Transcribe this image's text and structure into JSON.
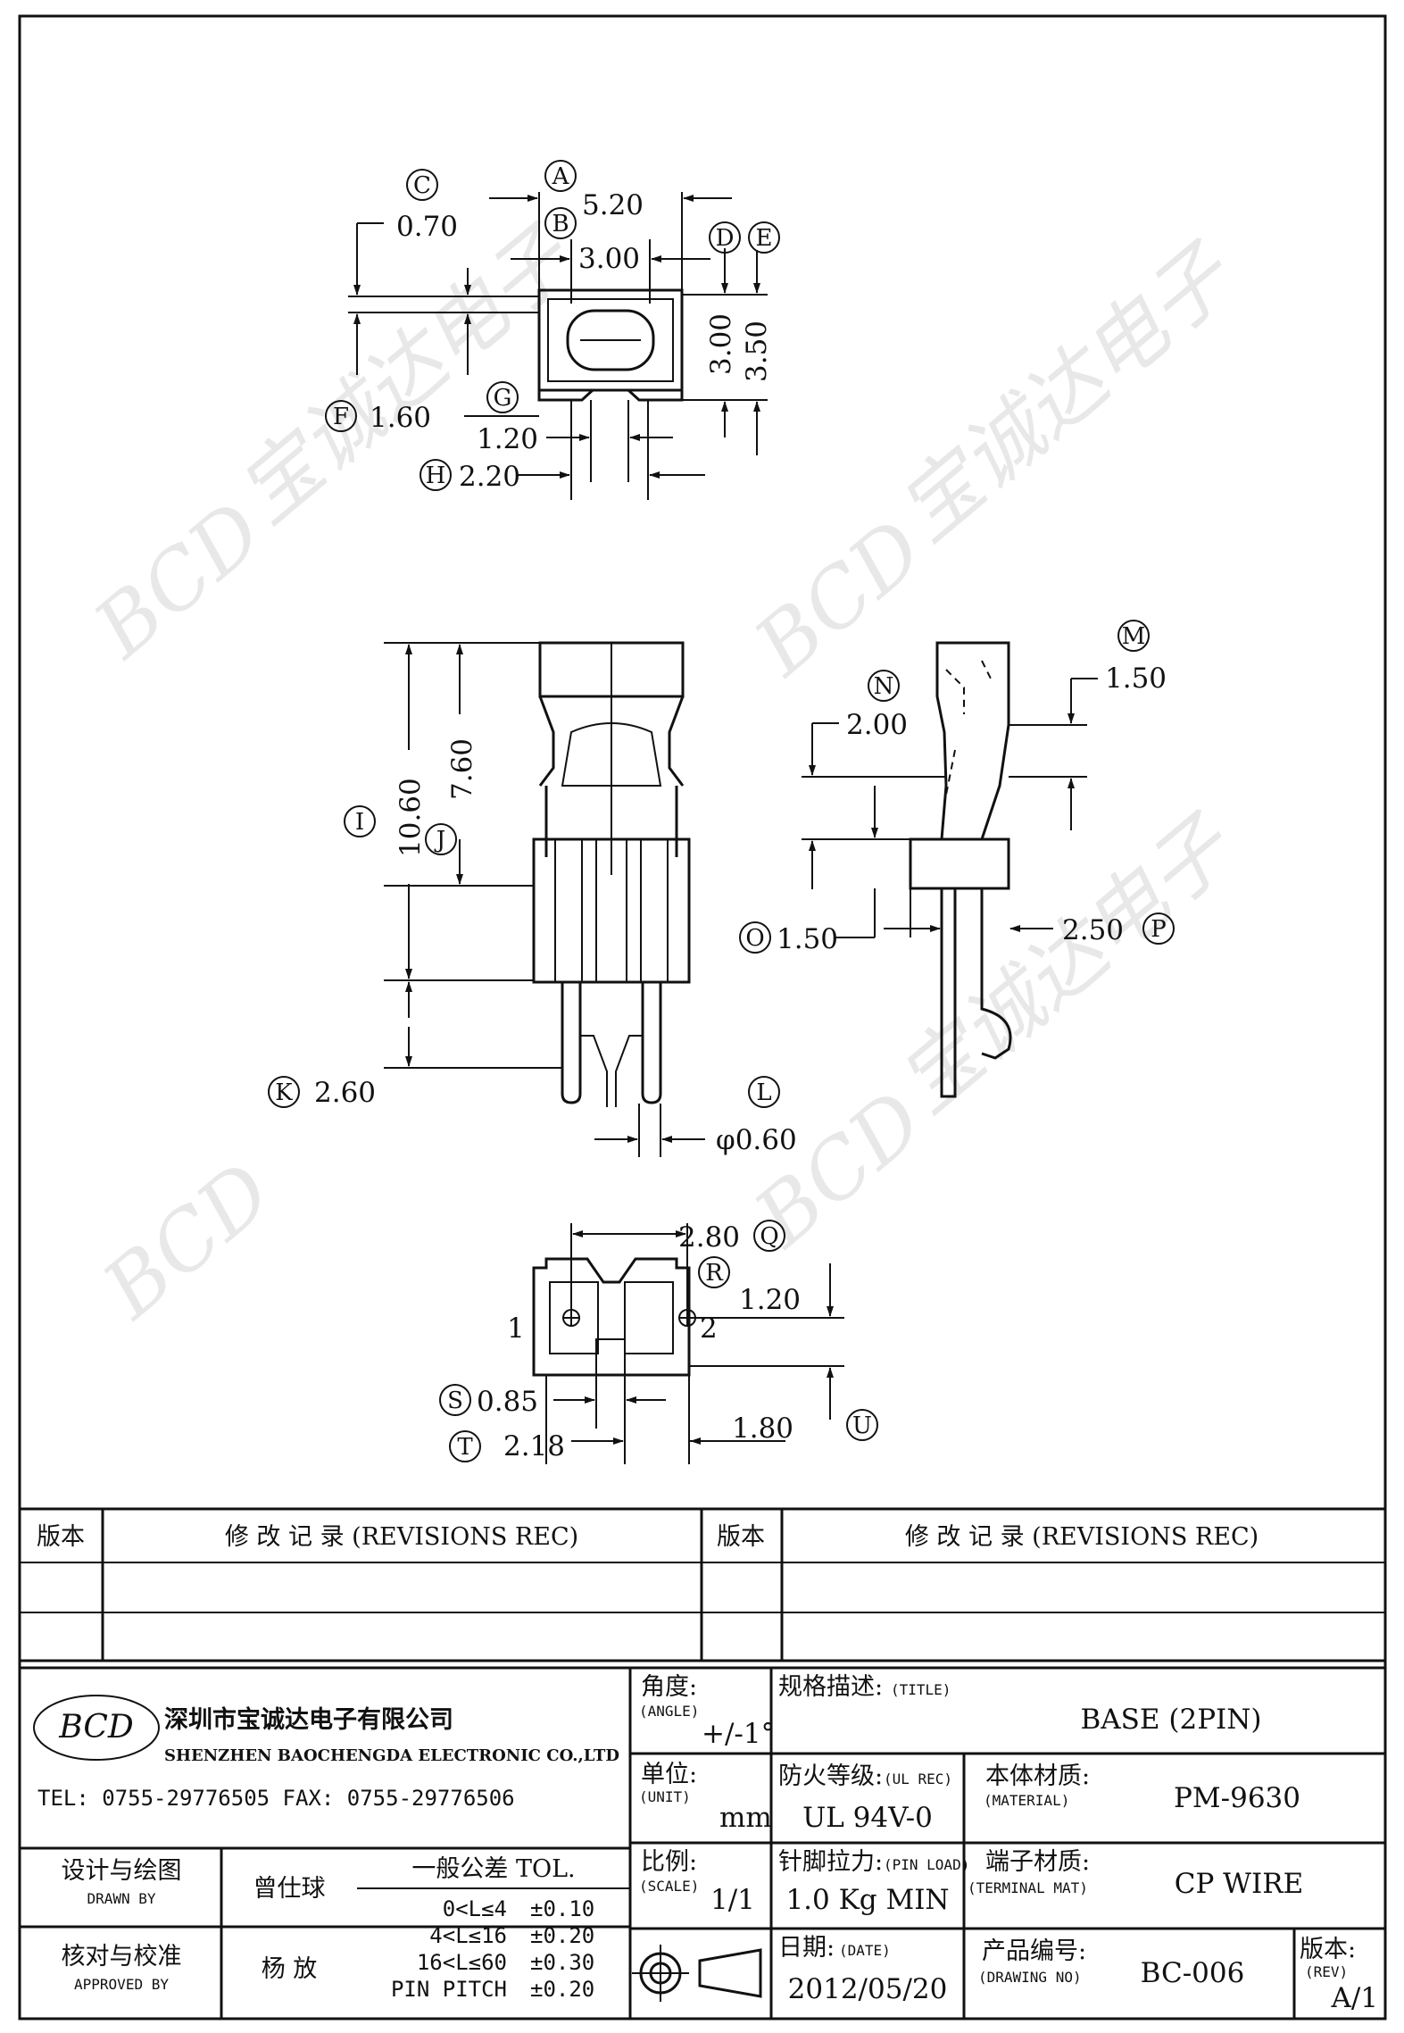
{
  "watermark": {
    "latin": "BCD",
    "chinese": "宝诚达电子"
  },
  "top_view": {
    "dims": [
      {
        "id": "A",
        "value": "5.20"
      },
      {
        "id": "B",
        "value": "3.00"
      },
      {
        "id": "C",
        "value": "0.70"
      },
      {
        "id": "D",
        "value": "3.00"
      },
      {
        "id": "E",
        "value": "3.50"
      },
      {
        "id": "F",
        "value": "1.60"
      },
      {
        "id": "G",
        "value": "1.20"
      },
      {
        "id": "H",
        "value": "2.20"
      }
    ]
  },
  "front_view": {
    "dims": [
      {
        "id": "I",
        "value": "10.60"
      },
      {
        "id": "J",
        "value": "7.60"
      },
      {
        "id": "K",
        "value": "2.60"
      },
      {
        "id": "L",
        "value": "φ0.60"
      }
    ]
  },
  "side_view": {
    "dims": [
      {
        "id": "M",
        "value": "1.50"
      },
      {
        "id": "N",
        "value": "2.00"
      },
      {
        "id": "O",
        "value": "1.50"
      },
      {
        "id": "P",
        "value": "2.50"
      }
    ]
  },
  "bottom_view": {
    "dims": [
      {
        "id": "Q",
        "value": "2.80"
      },
      {
        "id": "R",
        "value": "1.20"
      },
      {
        "id": "S",
        "value": "0.85"
      },
      {
        "id": "T",
        "value": "2.18"
      },
      {
        "id": "U",
        "value": "1.80"
      }
    ],
    "pin_labels": [
      "1",
      "2"
    ]
  },
  "revisions": {
    "rev_header": "版本",
    "record_header": "修 改 记 录 (REVISIONS REC)"
  },
  "company": {
    "logo_text": "BCD",
    "name_cn": "深圳市宝诚达电子有限公司",
    "name_en": "SHENZHEN BAOCHENGDA ELECTRONIC CO.,LTD",
    "contact": "TEL: 0755-29776505  FAX: 0755-29776506"
  },
  "title_block": {
    "angle_label": "角度:",
    "angle_en": "(ANGLE)",
    "angle_value": "+/-1°",
    "unit_label": "单位:",
    "unit_en": "(UNIT)",
    "unit_value": "mm",
    "scale_label": "比例:",
    "scale_en": "(SCALE)",
    "scale_value": "1/1",
    "title_label": "规格描述:",
    "title_en": "(TITLE)",
    "title_value": "BASE (2PIN)",
    "fire_label": "防火等级:",
    "fire_en": "(UL REC)",
    "fire_value": "UL 94V-0",
    "material_label": "本体材质:",
    "material_en": "(MATERIAL)",
    "material_value": "PM-9630",
    "pinload_label": "针脚拉力:",
    "pinload_en": "(PIN LOAD)",
    "pinload_value": "1.0 Kg MIN",
    "terminal_label": "端子材质:",
    "terminal_en": "(TERMINAL MAT)",
    "terminal_value": "CP WIRE",
    "date_label": "日期:",
    "date_en": "(DATE)",
    "date_value": "2012/05/20",
    "drawing_label": "产品编号:",
    "drawing_en": "(DRAWING NO)",
    "drawing_value": "BC-006",
    "rev_label": "版本:",
    "rev_en": "(REV)",
    "rev_value": "A/1",
    "design_label": "设计与绘图",
    "design_en": "DRAWN BY",
    "design_value": "曾仕球",
    "check_label": "核对与校准",
    "check_en": "APPROVED BY",
    "check_value": "杨  放",
    "tol_title": "一般公差 TOL.",
    "tolerances": [
      {
        "range": "0<L≤4",
        "value": "±0.10"
      },
      {
        "range": "4<L≤16",
        "value": "±0.20"
      },
      {
        "range": "16<L≤60",
        "value": "±0.30"
      },
      {
        "range": "PIN PITCH",
        "value": "±0.20"
      }
    ]
  }
}
